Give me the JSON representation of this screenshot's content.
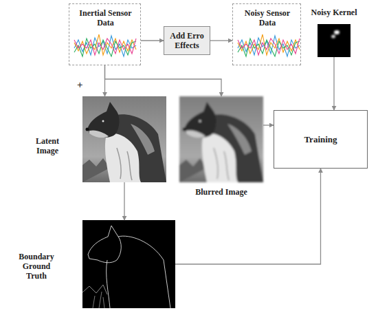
{
  "diagram": {
    "nodes": [
      {
        "text": [
          "Inertial Sensor Data"
        ]
      },
      {
        "text": [
          "Add Erro Effects"
        ]
      },
      {
        "text": [
          "Noisy Sensor Data"
        ]
      },
      {
        "text": [
          "Noisy Kernel"
        ]
      },
      {
        "text": [
          "Latent Image"
        ]
      },
      {
        "text": [
          "Blurred Image"
        ]
      },
      {
        "text": [
          "Training"
        ]
      },
      {
        "text": [
          "Boundary Ground Truth"
        ]
      }
    ],
    "edges": [
      {
        "from": 0,
        "to": 1,
        "arrow": "to"
      },
      {
        "from": 1,
        "to": 2,
        "arrow": "to"
      },
      {
        "from": 0,
        "to": 4,
        "arrow": "to"
      },
      {
        "from": 0,
        "to": 5,
        "arrow": "to"
      },
      {
        "from": 3,
        "to": 6,
        "arrow": "to"
      },
      {
        "from": 5,
        "to": 6,
        "arrow": "to"
      },
      {
        "from": 4,
        "to": 7,
        "arrow": "to"
      },
      {
        "from": 7,
        "to": 6,
        "arrow": "to"
      }
    ],
    "labels": [
      "+"
    ]
  }
}
